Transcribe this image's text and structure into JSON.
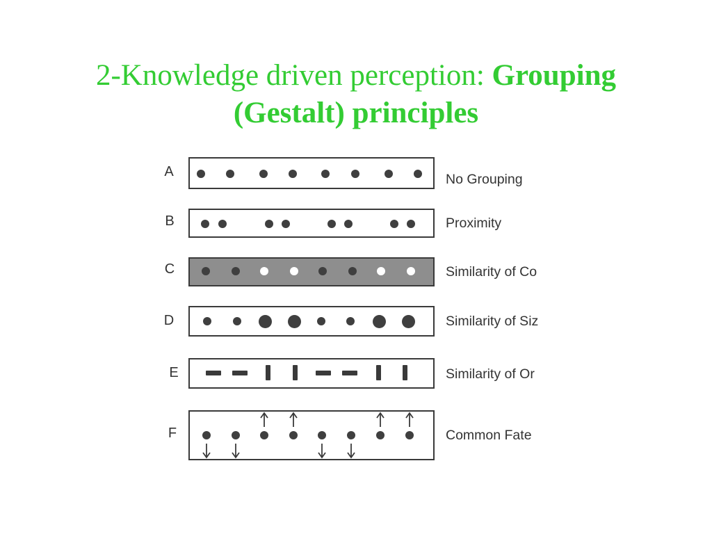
{
  "slide": {
    "title_prefix": "2-Knowledge driven perception: ",
    "title_bold_1": "Grouping",
    "title_bold_2": "(Gestalt) principles"
  },
  "colors": {
    "title": "#33cc33",
    "ink": "#3a3a3a",
    "shaded_box": "#8e8e8e"
  },
  "rows": [
    {
      "letter": "A",
      "label": "No Grouping",
      "shaded": false,
      "elements": [
        {
          "kind": "dot"
        },
        {
          "kind": "dot"
        },
        {
          "kind": "dot"
        },
        {
          "kind": "dot"
        },
        {
          "kind": "dot"
        },
        {
          "kind": "dot"
        },
        {
          "kind": "dot"
        },
        {
          "kind": "dot"
        }
      ]
    },
    {
      "letter": "B",
      "label": "Proximity",
      "shaded": false,
      "elements": [
        {
          "kind": "dot"
        },
        {
          "kind": "dot"
        },
        {
          "kind": "dot"
        },
        {
          "kind": "dot"
        },
        {
          "kind": "dot"
        },
        {
          "kind": "dot"
        },
        {
          "kind": "dot"
        },
        {
          "kind": "dot"
        }
      ]
    },
    {
      "letter": "C",
      "label": "Similarity of Co",
      "shaded": true,
      "elements": [
        {
          "kind": "dot",
          "color": "dark"
        },
        {
          "kind": "dot",
          "color": "dark"
        },
        {
          "kind": "dot",
          "color": "white"
        },
        {
          "kind": "dot",
          "color": "white"
        },
        {
          "kind": "dot",
          "color": "dark"
        },
        {
          "kind": "dot",
          "color": "dark"
        },
        {
          "kind": "dot",
          "color": "white"
        },
        {
          "kind": "dot",
          "color": "white"
        }
      ]
    },
    {
      "letter": "D",
      "label": "Similarity of Siz",
      "shaded": false,
      "elements": [
        {
          "kind": "dot",
          "size": "small"
        },
        {
          "kind": "dot",
          "size": "small"
        },
        {
          "kind": "dot",
          "size": "large"
        },
        {
          "kind": "dot",
          "size": "large"
        },
        {
          "kind": "dot",
          "size": "small"
        },
        {
          "kind": "dot",
          "size": "small"
        },
        {
          "kind": "dot",
          "size": "large"
        },
        {
          "kind": "dot",
          "size": "large"
        }
      ]
    },
    {
      "letter": "E",
      "label": "Similarity of Or",
      "shaded": false,
      "elements": [
        {
          "kind": "bar",
          "orientation": "horizontal"
        },
        {
          "kind": "bar",
          "orientation": "horizontal"
        },
        {
          "kind": "bar",
          "orientation": "vertical"
        },
        {
          "kind": "bar",
          "orientation": "vertical"
        },
        {
          "kind": "bar",
          "orientation": "horizontal"
        },
        {
          "kind": "bar",
          "orientation": "horizontal"
        },
        {
          "kind": "bar",
          "orientation": "vertical"
        },
        {
          "kind": "bar",
          "orientation": "vertical"
        }
      ]
    },
    {
      "letter": "F",
      "label": "Common Fate",
      "shaded": false,
      "elements": [
        {
          "kind": "dot",
          "arrow": "down"
        },
        {
          "kind": "dot",
          "arrow": "down"
        },
        {
          "kind": "dot",
          "arrow": "up"
        },
        {
          "kind": "dot",
          "arrow": "up"
        },
        {
          "kind": "dot",
          "arrow": "down"
        },
        {
          "kind": "dot",
          "arrow": "down"
        },
        {
          "kind": "dot",
          "arrow": "up"
        },
        {
          "kind": "dot",
          "arrow": "up"
        }
      ]
    }
  ]
}
